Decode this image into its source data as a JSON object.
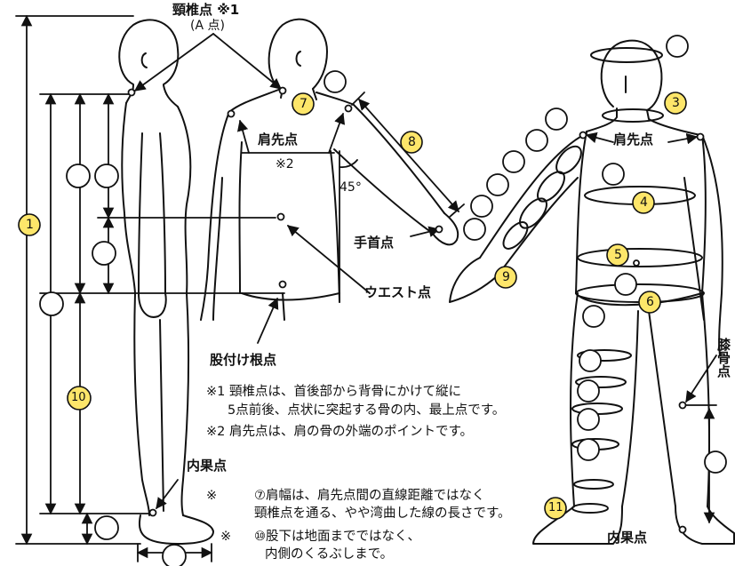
{
  "labels": {
    "cervical_point": "頸椎点 ※1",
    "a_point": "(A 点)",
    "shoulder_point_back": "肩先点",
    "shoulder_point_ref": "※2",
    "angle": "45°",
    "wrist_point": "手首点",
    "waist_point": "ウエスト点",
    "crotch_point": "股付け根点",
    "inner_ankle_left": "内果点",
    "shoulder_point_front": "肩先点",
    "knee_point": "膝骨点",
    "inner_ankle_right": "内果点"
  },
  "numbers": {
    "n1": "1",
    "n3": "3",
    "n4": "4",
    "n5": "5",
    "n6": "6",
    "n7": "7",
    "n8": "8",
    "n9": "9",
    "n10": "10",
    "n11": "11"
  },
  "notes": {
    "note1_line1": "※1  頸椎点は、首後部から背骨にかけて縦に",
    "note1_line2": "5点前後、点状に突起する骨の内、最上点です。",
    "note2": "※2  肩先点は、肩の骨の外端のポイントです。",
    "note3_mark": "※",
    "note3_line1": "⑦肩幅は、肩先点間の直線距離ではなく",
    "note3_line2": "頸椎点を通る、やや湾曲した線の長さです。",
    "note4_mark": "※",
    "note4_line1": "⑩股下は地面までではなく、",
    "note4_line2": "内側のくるぶしまで。"
  },
  "colors": {
    "badge_fill": "#fde66a",
    "ink": "#111111"
  }
}
